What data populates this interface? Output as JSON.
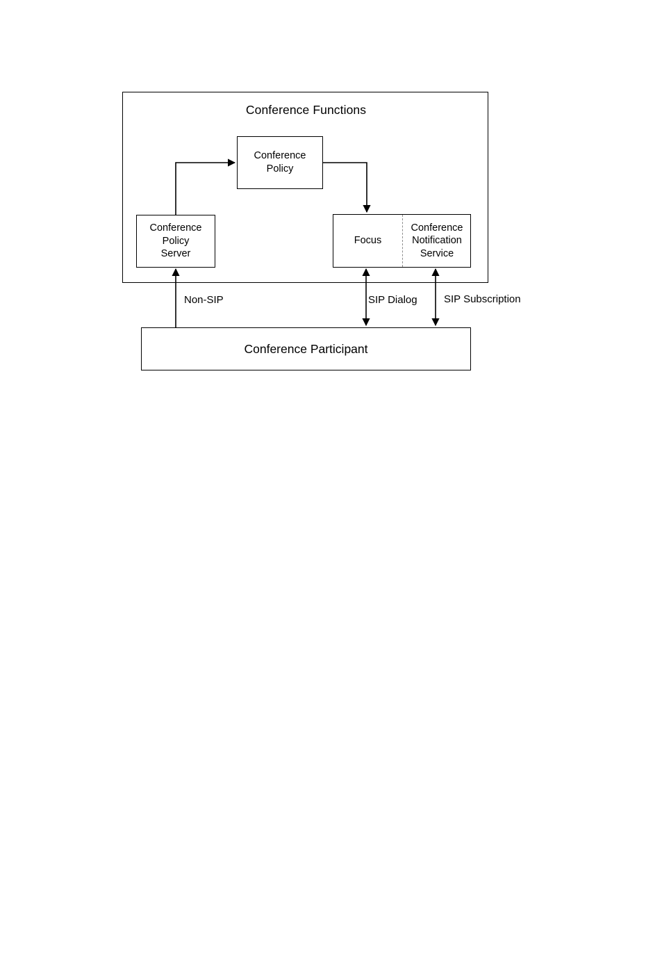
{
  "diagram": {
    "title": "Conference Functions",
    "nodes": {
      "conference_functions": {
        "label": "Conference Functions"
      },
      "conference_policy": {
        "line1": "Conference",
        "line2": "Policy"
      },
      "conference_policy_server": {
        "line1": "Conference",
        "line2": "Policy",
        "line3": "Server"
      },
      "focus": {
        "label": "Focus"
      },
      "conference_notification_service": {
        "line1": "Conference",
        "line2": "Notification",
        "line3": "Service"
      },
      "conference_participant": {
        "label": "Conference Participant"
      }
    },
    "connector_labels": {
      "non_sip": "Non-SIP",
      "sip_dialog": "SIP Dialog",
      "sip_subscription": "SIP Subscription"
    },
    "colors": {
      "stroke": "#000000",
      "divider": "#8c8c8c",
      "background": "#ffffff"
    }
  }
}
